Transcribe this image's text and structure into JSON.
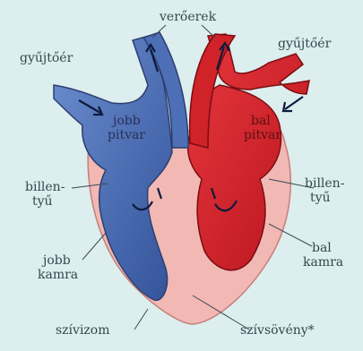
{
  "labels": {
    "arteries": "verőerek",
    "vein_left": "gyűjtőér",
    "vein_right": "gyűjtőér",
    "right_atrium_1": "jobb",
    "right_atrium_2": "pitvar",
    "left_atrium_1": "bal",
    "left_atrium_2": "pitvar",
    "valve_left_1": "billen-",
    "valve_left_2": "tyű",
    "valve_right_1": "billen-",
    "valve_right_2": "tyű",
    "right_ventricle_1": "jobb",
    "right_ventricle_2": "kamra",
    "left_ventricle_1": "bal",
    "left_ventricle_2": "kamra",
    "heart_muscle": "szívizom",
    "septum": "szívsövény*"
  },
  "colors": {
    "background": "#ddeeee",
    "muscle": "#f2b8b4",
    "deoxygenated": "#4a6fb8",
    "oxygenated": "#d8202a",
    "leader_line": "#3a4a55"
  }
}
